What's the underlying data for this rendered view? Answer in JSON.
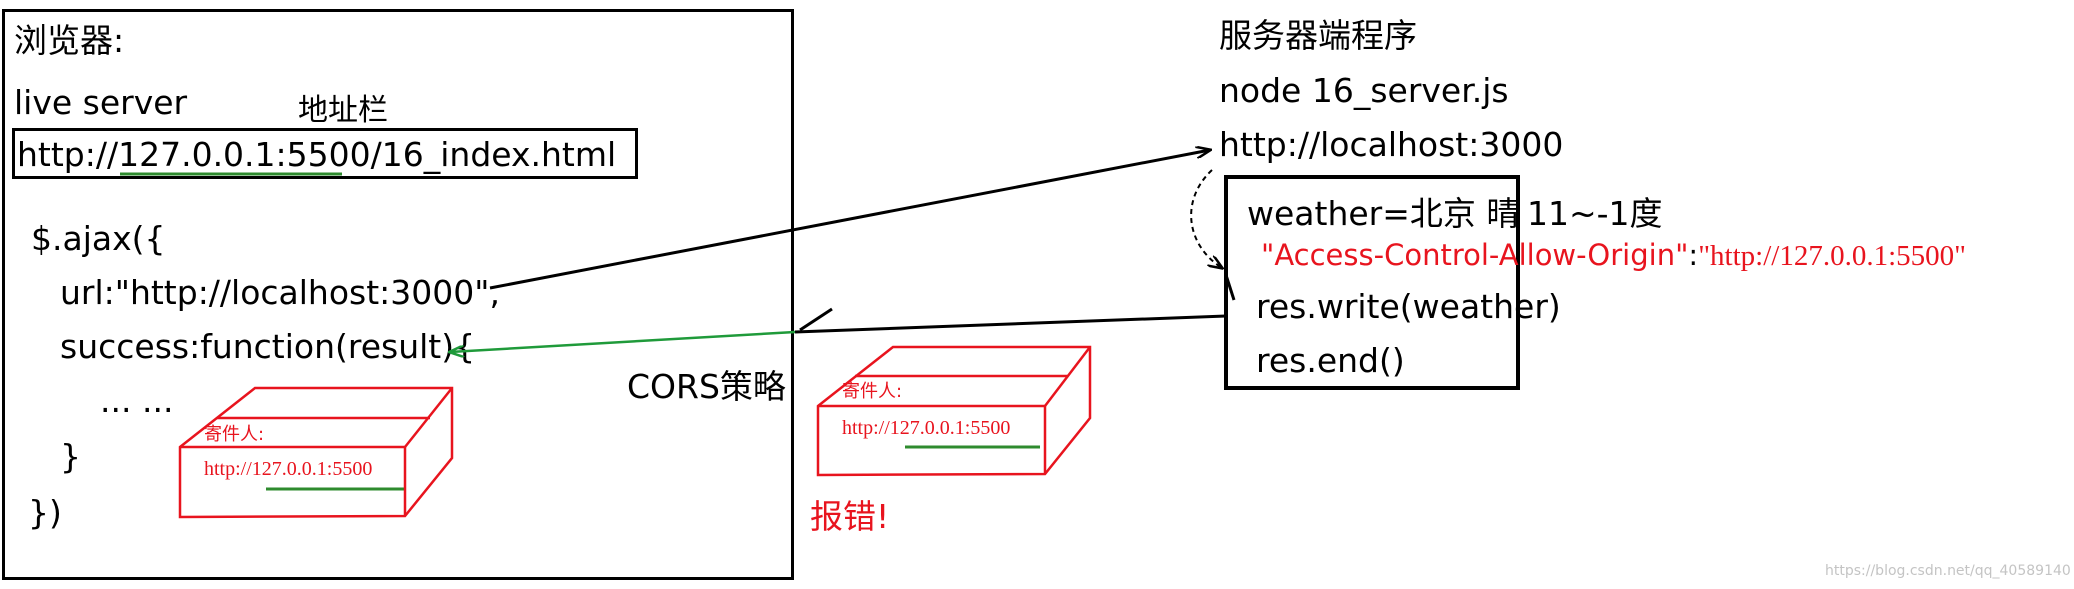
{
  "browser": {
    "title": "浏览器:",
    "server": "live server",
    "address_bar_label": "地址栏",
    "url": "http://127.0.0.1:5500/16_index.html",
    "code": [
      "$.ajax({",
      "url:\"http://localhost:3000\",",
      "success:function(result){",
      "... ...",
      "}",
      "})"
    ]
  },
  "server": {
    "title": "服务器端程序",
    "command": "node 16_server.js",
    "url": "http://localhost:3000",
    "weather_line": "weather=北京 晴",
    "weather_temp": "11~-1度",
    "header_key": "\"Access-Control-Allow-Origin\"",
    "header_colon": ":",
    "header_value": "\"http://127.0.0.1:5500\"",
    "write_call": "res.write(weather)",
    "end_call": "res.end()"
  },
  "middle": {
    "policy_label": "CORS策略",
    "error_label": "报错!"
  },
  "packages": [
    {
      "sender_label": "寄件人:",
      "sender_url": "http://127.0.0.1:5500"
    },
    {
      "sender_label": "寄件人:",
      "sender_url": "http://127.0.0.1:5500"
    }
  ],
  "watermark": "https://blog.csdn.net/qq_40589140",
  "colors": {
    "annotation": "#e8141e",
    "response_arrow": "#1f9a3a",
    "underline": "#2e8b2e"
  }
}
